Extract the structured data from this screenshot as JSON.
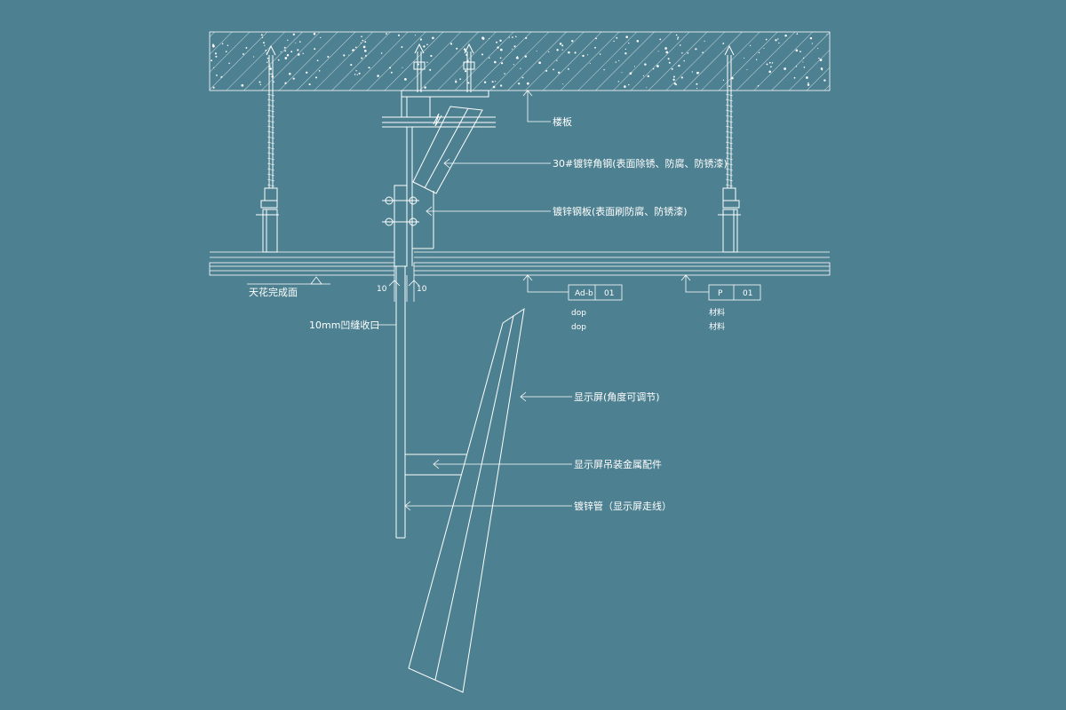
{
  "labels": {
    "slab": "楼板",
    "angle": "30#镀锌角钢(表面除锈、防腐、防锈漆)",
    "steel": "镀锌钢板(表面刷防腐、防锈漆)",
    "ceiling": "天花完成面",
    "gap_left": "10",
    "gap_right": "10",
    "shadow_gap": "10mm凹缝收口",
    "tag1_code": "Ad-b",
    "tag1_num": "01",
    "tag1_sub1": "dop",
    "tag1_sub2": "dop",
    "tag2_code": "P",
    "tag2_num": "01",
    "tag2_sub1": "材料",
    "tag2_sub2": "材料",
    "screen": "显示屏(角度可调节)",
    "bracket": "显示屏吊装金属配件",
    "pipe": "镀锌管（显示屏走线）"
  },
  "colors": {
    "background": "#4d8090",
    "line": "#ffffff"
  }
}
